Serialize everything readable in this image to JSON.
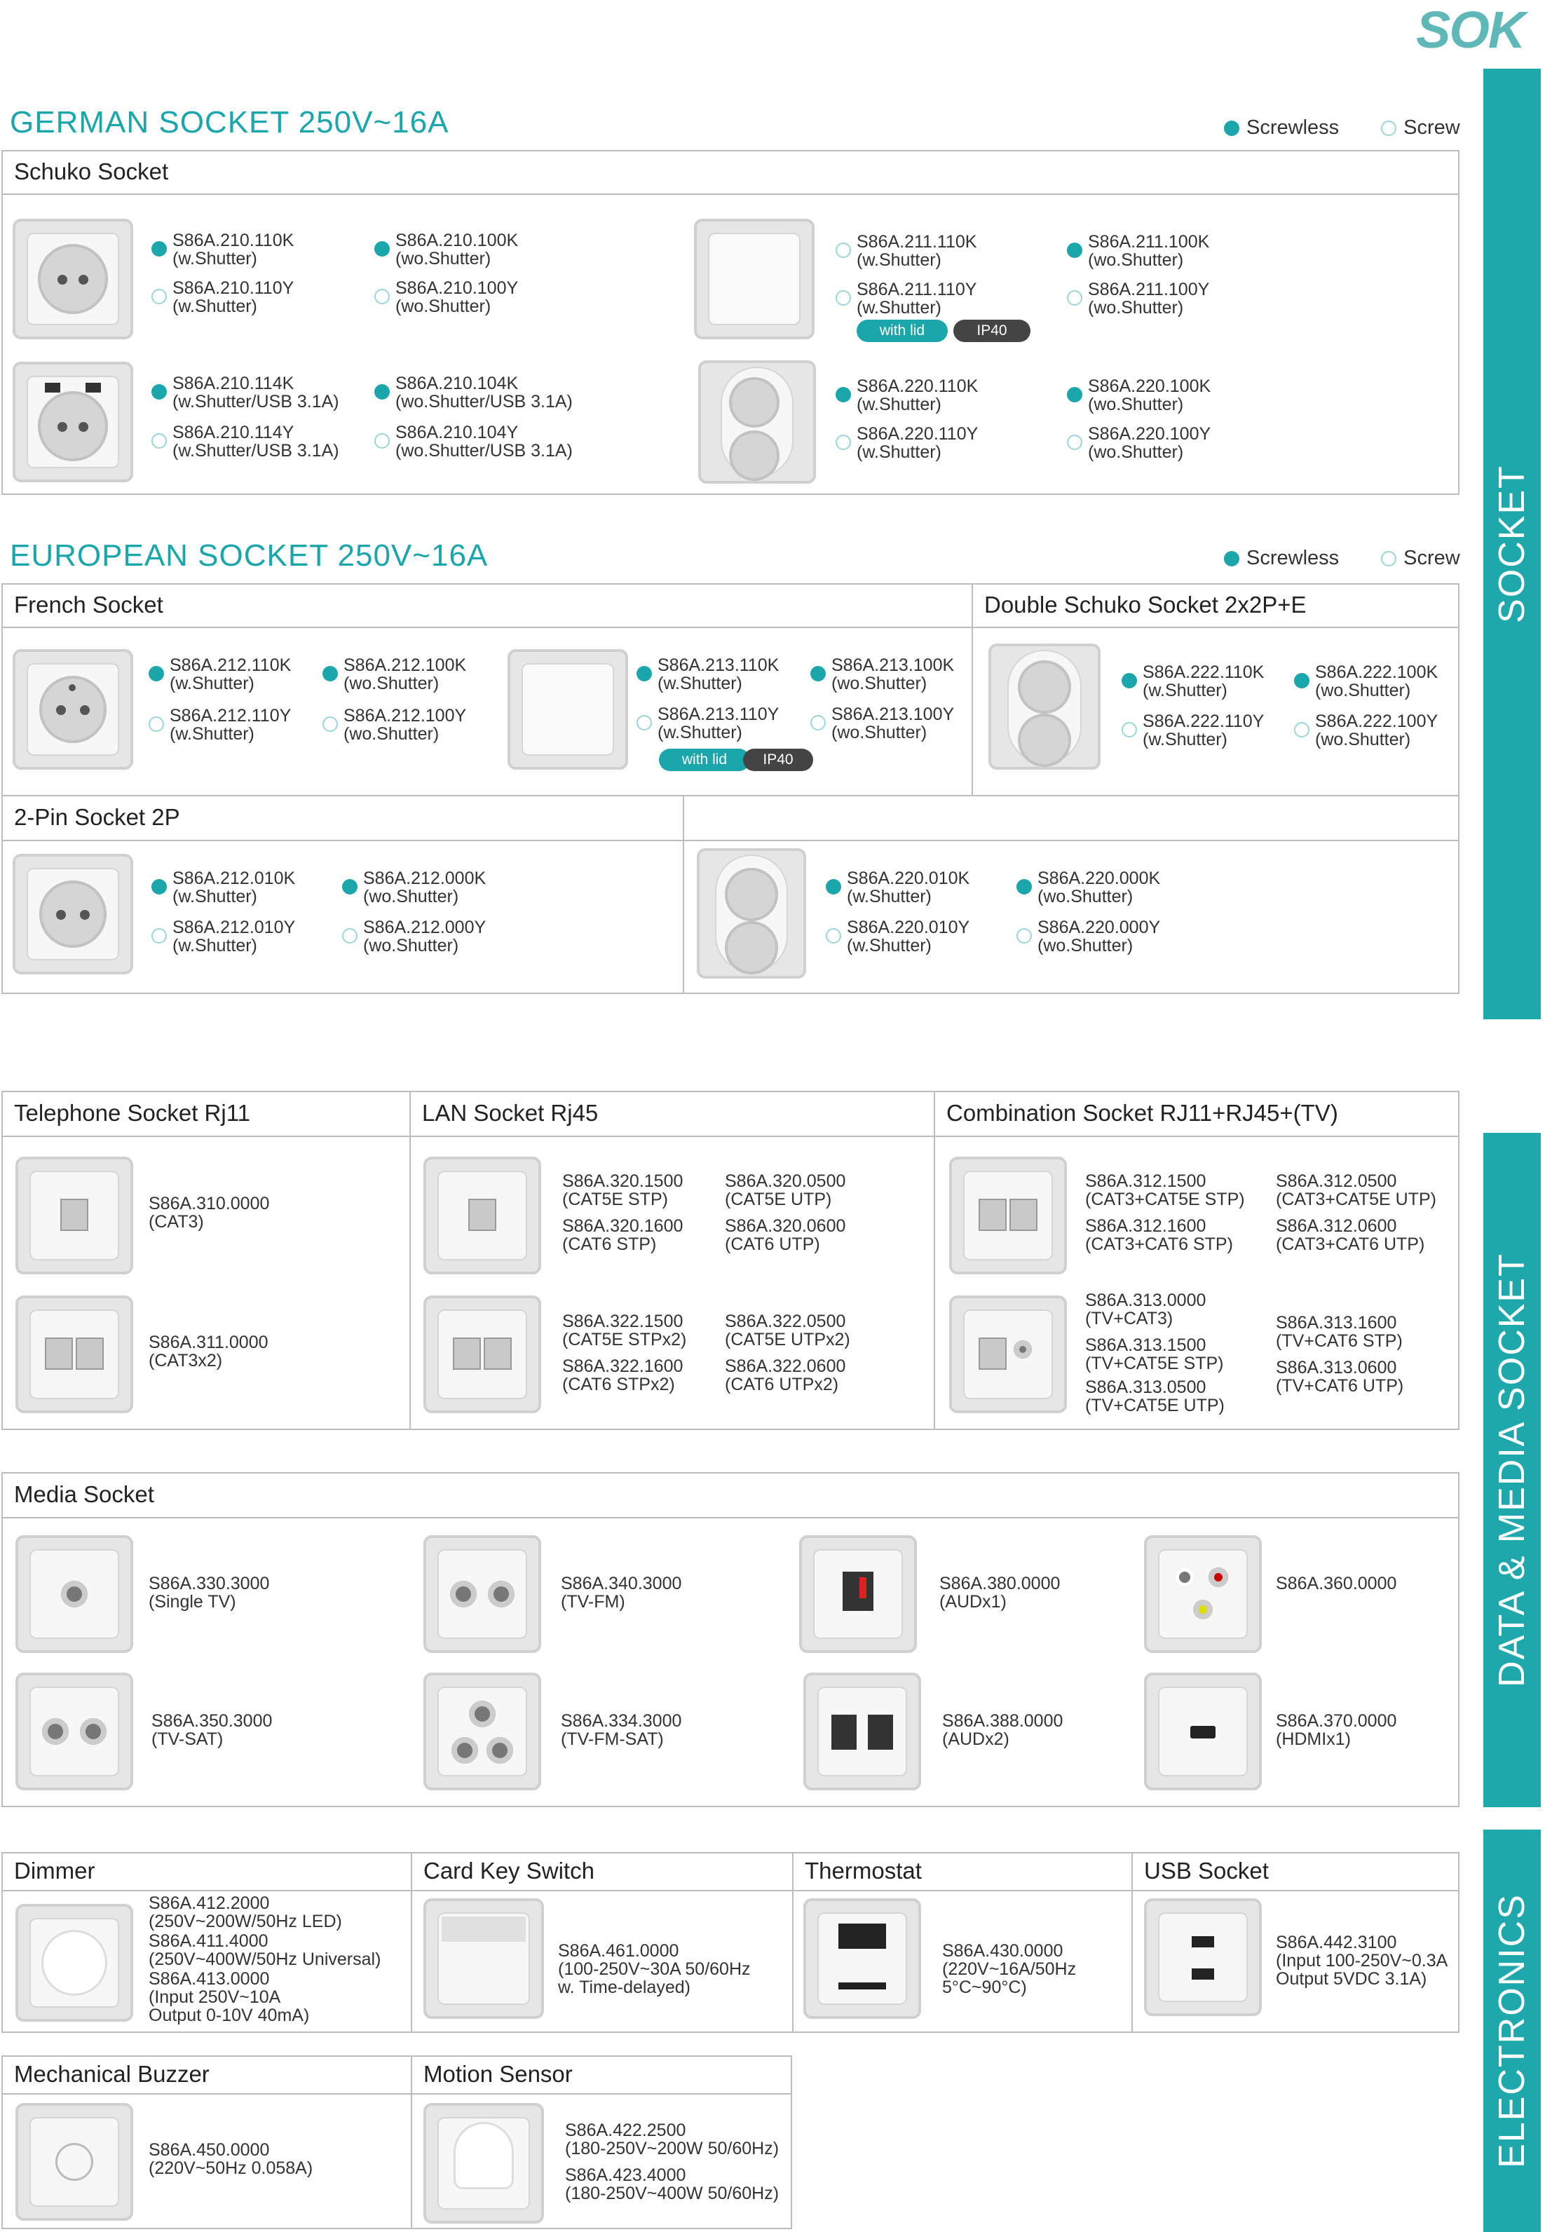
{
  "brand": {
    "logo": "SOK"
  },
  "sidebar": {
    "socket": "SOCKET",
    "data_media": "DATA & MEDIA SOCKET",
    "electronics": "ELECTRONICS"
  },
  "legend": {
    "screwless": "Screwless",
    "screw": "Screw"
  },
  "german": {
    "title": "GERMAN SOCKET 250V~16A",
    "section": "Schuko Socket",
    "items": [
      {
        "code": "S86A.210.110K",
        "desc": "(w.Shutter)"
      },
      {
        "code": "S86A.210.100K",
        "desc": "(wo.Shutter)"
      },
      {
        "code": "S86A.210.110Y",
        "desc": "(w.Shutter)"
      },
      {
        "code": "S86A.210.100Y",
        "desc": "(wo.Shutter)"
      },
      {
        "code": "S86A.211.110K",
        "desc": "(w.Shutter)"
      },
      {
        "code": "S86A.211.100K",
        "desc": "(wo.Shutter)"
      },
      {
        "code": "S86A.211.110Y",
        "desc": "(w.Shutter)"
      },
      {
        "code": "S86A.211.100Y",
        "desc": "(wo.Shutter)"
      },
      {
        "code": "S86A.210.114K",
        "desc": "(w.Shutter/USB 3.1A)"
      },
      {
        "code": "S86A.210.104K",
        "desc": "(wo.Shutter/USB 3.1A)"
      },
      {
        "code": "S86A.210.114Y",
        "desc": "(w.Shutter/USB 3.1A)"
      },
      {
        "code": "S86A.210.104Y",
        "desc": "(wo.Shutter/USB 3.1A)"
      },
      {
        "code": "S86A.220.110K",
        "desc": "(w.Shutter)"
      },
      {
        "code": "S86A.220.100K",
        "desc": "(wo.Shutter)"
      },
      {
        "code": "S86A.220.110Y",
        "desc": "(w.Shutter)"
      },
      {
        "code": "S86A.220.100Y",
        "desc": "(wo.Shutter)"
      }
    ],
    "badges": {
      "lid": "with lid",
      "ip": "IP40"
    }
  },
  "european": {
    "title": "EUROPEAN SOCKET 250V~16A",
    "french": "French Socket",
    "double": "Double Schuko Socket 2x2P+E",
    "twopin": "2-Pin Socket 2P",
    "items": [
      {
        "code": "S86A.212.110K",
        "desc": "(w.Shutter)"
      },
      {
        "code": "S86A.212.100K",
        "desc": "(wo.Shutter)"
      },
      {
        "code": "S86A.212.110Y",
        "desc": "(w.Shutter)"
      },
      {
        "code": "S86A.212.100Y",
        "desc": "(wo.Shutter)"
      },
      {
        "code": "S86A.213.110K",
        "desc": "(w.Shutter)"
      },
      {
        "code": "S86A.213.100K",
        "desc": "(wo.Shutter)"
      },
      {
        "code": "S86A.213.110Y",
        "desc": "(w.Shutter)"
      },
      {
        "code": "S86A.213.100Y",
        "desc": "(wo.Shutter)"
      },
      {
        "code": "S86A.222.110K",
        "desc": "(w.Shutter)"
      },
      {
        "code": "S86A.222.100K",
        "desc": "(wo.Shutter)"
      },
      {
        "code": "S86A.222.110Y",
        "desc": "(w.Shutter)"
      },
      {
        "code": "S86A.222.100Y",
        "desc": "(wo.Shutter)"
      },
      {
        "code": "S86A.212.010K",
        "desc": "(w.Shutter)"
      },
      {
        "code": "S86A.212.000K",
        "desc": "(wo.Shutter)"
      },
      {
        "code": "S86A.212.010Y",
        "desc": "(w.Shutter)"
      },
      {
        "code": "S86A.212.000Y",
        "desc": "(wo.Shutter)"
      },
      {
        "code": "S86A.220.010K",
        "desc": "(w.Shutter)"
      },
      {
        "code": "S86A.220.000K",
        "desc": "(wo.Shutter)"
      },
      {
        "code": "S86A.220.010Y",
        "desc": "(w.Shutter)"
      },
      {
        "code": "S86A.220.000Y",
        "desc": "(wo.Shutter)"
      }
    ]
  },
  "data": {
    "telephone": "Telephone Socket Rj11",
    "lan": "LAN Socket Rj45",
    "combo": "Combination Socket RJ11+RJ45+(TV)",
    "items": [
      {
        "code": "S86A.310.0000",
        "desc": "(CAT3)"
      },
      {
        "code": "S86A.311.0000",
        "desc": "(CAT3x2)"
      },
      {
        "code": "S86A.320.1500",
        "desc": "(CAT5E STP)"
      },
      {
        "code": "S86A.320.0500",
        "desc": "(CAT5E UTP)"
      },
      {
        "code": "S86A.320.1600",
        "desc": "(CAT6 STP)"
      },
      {
        "code": "S86A.320.0600",
        "desc": "(CAT6 UTP)"
      },
      {
        "code": "S86A.322.1500",
        "desc": "(CAT5E STPx2)"
      },
      {
        "code": "S86A.322.0500",
        "desc": "(CAT5E UTPx2)"
      },
      {
        "code": "S86A.322.1600",
        "desc": "(CAT6 STPx2)"
      },
      {
        "code": "S86A.322.0600",
        "desc": "(CAT6 UTPx2)"
      },
      {
        "code": "S86A.312.1500",
        "desc": "(CAT3+CAT5E STP)"
      },
      {
        "code": "S86A.312.0500",
        "desc": "(CAT3+CAT5E UTP)"
      },
      {
        "code": "S86A.312.1600",
        "desc": "(CAT3+CAT6 STP)"
      },
      {
        "code": "S86A.312.0600",
        "desc": "(CAT3+CAT6 UTP)"
      },
      {
        "code": "S86A.313.0000",
        "desc": "(TV+CAT3)"
      },
      {
        "code": "S86A.313.1500",
        "desc": "(TV+CAT5E STP)"
      },
      {
        "code": "S86A.313.0500",
        "desc": "(TV+CAT5E UTP)"
      },
      {
        "code": "S86A.313.1600",
        "desc": "(TV+CAT6 STP)"
      },
      {
        "code": "S86A.313.0600",
        "desc": "(TV+CAT6 UTP)"
      }
    ]
  },
  "media": {
    "section": "Media Socket",
    "items": [
      {
        "code": "S86A.330.3000",
        "desc": "(Single TV)"
      },
      {
        "code": "S86A.340.3000",
        "desc": "(TV-FM)"
      },
      {
        "code": "S86A.380.0000",
        "desc": "(AUDx1)"
      },
      {
        "code": "S86A.360.0000",
        "desc": ""
      },
      {
        "code": "S86A.350.3000",
        "desc": "(TV-SAT)"
      },
      {
        "code": "S86A.334.3000",
        "desc": "(TV-FM-SAT)"
      },
      {
        "code": "S86A.388.0000",
        "desc": "(AUDx2)"
      },
      {
        "code": "S86A.370.0000",
        "desc": "(HDMIx1)"
      }
    ]
  },
  "electronics": {
    "dimmer": "Dimmer",
    "card": "Card Key Switch",
    "thermo": "Thermostat",
    "usb": "USB Socket",
    "buzzer": "Mechanical Buzzer",
    "motion": "Motion Sensor",
    "items": [
      {
        "code": "S86A.412.2000",
        "desc": "(250V~200W/50Hz LED)"
      },
      {
        "code": "S86A.411.4000",
        "desc": "(250V~400W/50Hz Universal)"
      },
      {
        "code": "S86A.413.0000",
        "desc": "(Input 250V~10A",
        "desc2": "Output 0-10V 40mA)"
      },
      {
        "code": "S86A.461.0000",
        "desc": "(100-250V~30A 50/60Hz",
        "desc2": "w. Time-delayed)"
      },
      {
        "code": "S86A.430.0000",
        "desc": "(220V~16A/50Hz",
        "desc2": "5°C~90°C)"
      },
      {
        "code": "S86A.442.3100",
        "desc": "(Input 100-250V~0.3A",
        "desc2": "Output 5VDC 3.1A)"
      },
      {
        "code": "S86A.450.0000",
        "desc": "(220V~50Hz 0.058A)"
      },
      {
        "code": "S86A.422.2500",
        "desc": "(180-250V~200W 50/60Hz)"
      },
      {
        "code": "S86A.423.4000",
        "desc": "(180-250V~400W 50/60Hz)"
      }
    ]
  }
}
